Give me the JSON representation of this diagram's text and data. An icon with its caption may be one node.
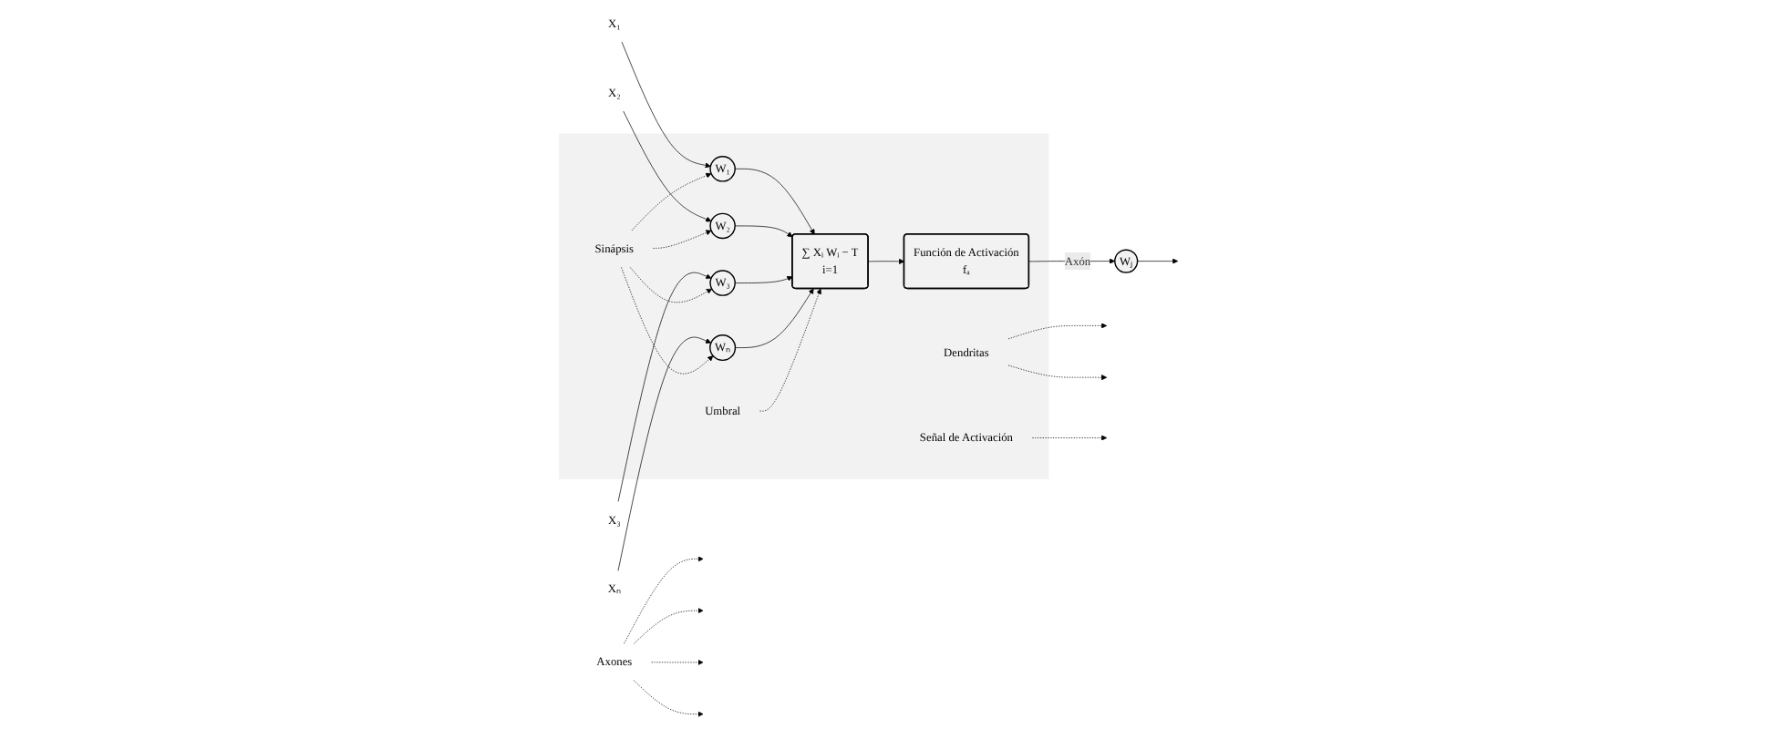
{
  "diagram": {
    "nodes": [
      {
        "text": [],
        "shape": "box"
      },
      {
        "text": [
          "X₁"
        ]
      },
      {
        "text": [
          "X₂"
        ]
      },
      {
        "text": [
          "X₃"
        ]
      },
      {
        "text": [
          "Xₙ"
        ]
      },
      {
        "text": [
          "Axones"
        ]
      },
      {
        "text": [
          "W₁"
        ],
        "in": 0
      },
      {
        "text": [
          "W₂"
        ],
        "in": 0
      },
      {
        "text": [
          "W₃"
        ],
        "in": 0
      },
      {
        "text": [
          "Wₙ"
        ],
        "in": 0
      },
      {
        "text": [
          "Dendritas"
        ],
        "in": 0
      },
      {
        "text": [
          "Sinápsis"
        ],
        "in": 0
      },
      {
        "text": [
          "∑ Xᵢ Wᵢ − T",
          "i=1"
        ],
        "in": 0
      },
      {
        "text": [
          "Señal de Activación"
        ],
        "in": 0
      },
      {
        "text": [
          "Umbral"
        ],
        "in": 0
      },
      {
        "text": [
          "Función de Activación",
          "fₐ"
        ],
        "in": 0
      },
      {
        "text": [
          "Wⱼ"
        ]
      }
    ],
    "edges": [
      {
        "from": 1,
        "to": 6,
        "arrow": "to"
      },
      {
        "from": 2,
        "to": 7,
        "arrow": "to"
      },
      {
        "from": 3,
        "to": 8,
        "arrow": "to"
      },
      {
        "from": 4,
        "to": 9,
        "arrow": "to"
      },
      {
        "from": 6,
        "to": 12,
        "arrow": "to"
      },
      {
        "from": 7,
        "to": 12,
        "arrow": "to"
      },
      {
        "from": 8,
        "to": 12,
        "arrow": "to"
      },
      {
        "from": 9,
        "to": 12,
        "arrow": "to"
      },
      {
        "from": 12,
        "to": 15,
        "arrow": "to"
      },
      {
        "from": 15,
        "to": 16,
        "arrow": "to",
        "label": "Axón"
      },
      {
        "from": 16,
        "to": null,
        "arrow": "to"
      },
      {
        "from": 5,
        "to": null,
        "arrow": "to",
        "style": "dashed"
      },
      {
        "from": 5,
        "to": null,
        "arrow": "to",
        "style": "dashed"
      },
      {
        "from": 5,
        "to": null,
        "arrow": "to",
        "style": "dashed"
      },
      {
        "from": 5,
        "to": null,
        "arrow": "to",
        "style": "dashed"
      },
      {
        "from": 10,
        "to": null,
        "arrow": "to",
        "style": "dashed"
      },
      {
        "from": 10,
        "to": null,
        "arrow": "to",
        "style": "dashed"
      },
      {
        "from": 11,
        "to": 6,
        "arrow": "to",
        "style": "dashed"
      },
      {
        "from": 11,
        "to": 7,
        "arrow": "to",
        "style": "dashed"
      },
      {
        "from": 11,
        "to": 8,
        "arrow": "to",
        "style": "dashed"
      },
      {
        "from": 11,
        "to": 9,
        "arrow": "to",
        "style": "dashed"
      },
      {
        "from": 13,
        "to": null,
        "arrow": "to",
        "style": "dashed"
      },
      {
        "from": 14,
        "to": 12,
        "arrow": "to",
        "style": "dashed"
      }
    ]
  }
}
